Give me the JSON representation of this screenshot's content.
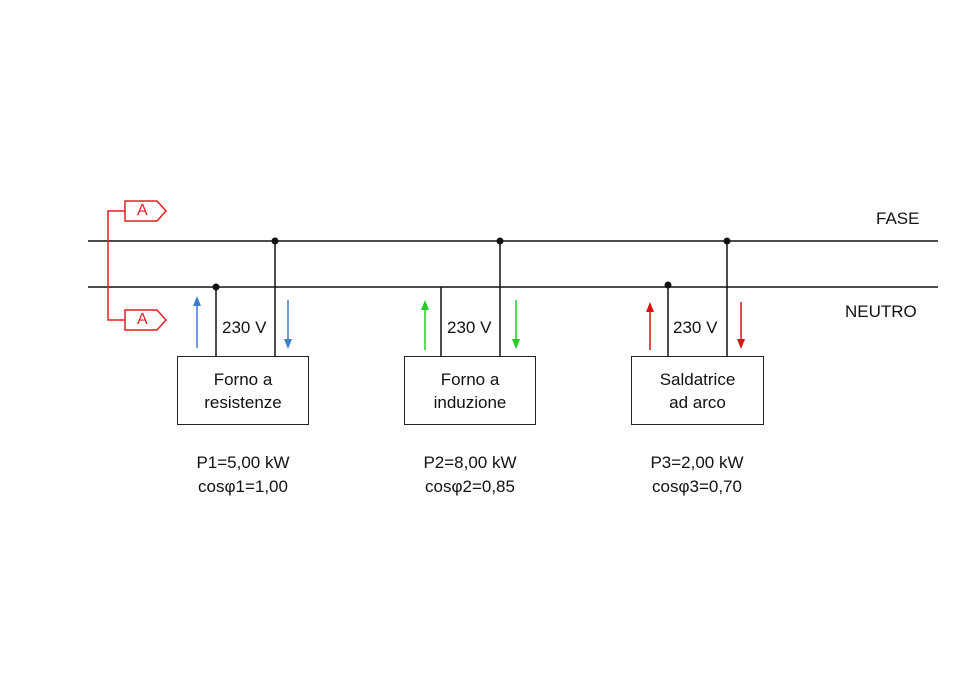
{
  "lines": {
    "phase_label": "FASE",
    "neutral_label": "NEUTRO"
  },
  "meters": [
    {
      "letter": "A",
      "color": "#e02020"
    },
    {
      "letter": "A",
      "color": "#e02020"
    }
  ],
  "loads": [
    {
      "voltage": "230 V",
      "name_line1": "Forno a",
      "name_line2": "resistenze",
      "power": "P1=5,00 kW",
      "pf": "cosφ1=1,00",
      "arrow_color": "#3a7fd0"
    },
    {
      "voltage": "230 V",
      "name_line1": "Forno a",
      "name_line2": "induzione",
      "power": "P2=8,00 kW",
      "pf": "cosφ2=0,85",
      "arrow_color": "#22cc22"
    },
    {
      "voltage": "230 V",
      "name_line1": "Saldatrice",
      "name_line2": "ad arco",
      "power": "P3=2,00 kW",
      "pf": "cosφ3=0,70",
      "arrow_color": "#e01010"
    }
  ]
}
